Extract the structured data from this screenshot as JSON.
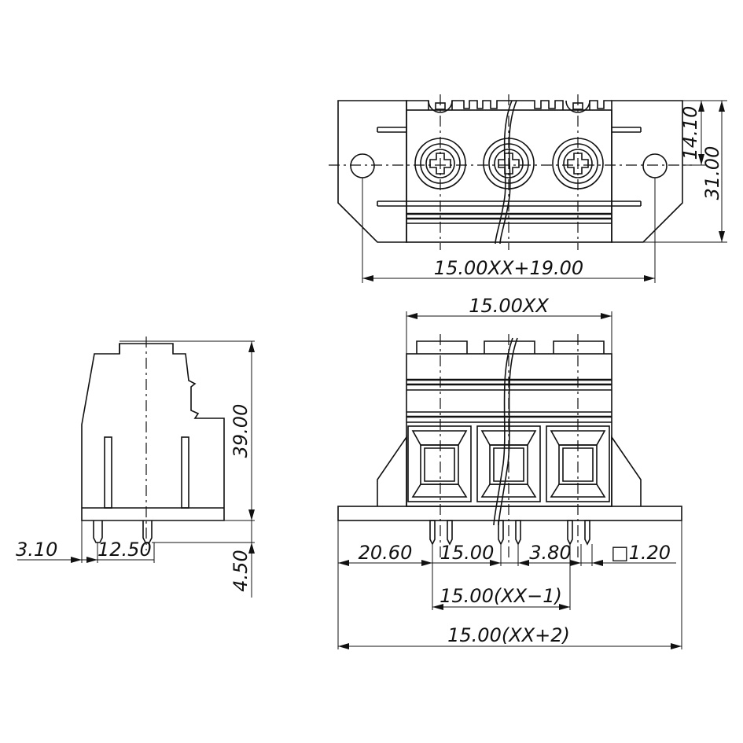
{
  "dimensions": {
    "top_total_width": "15.00XX+19.00",
    "top_height_small": "14.10",
    "top_height_total": "31.00",
    "front_pitch_total": "15.00XX",
    "side_height": "39.00",
    "side_offset": "3.10",
    "side_pin_spacing": "12.50",
    "side_pin_length": "4.50",
    "front_left_offset": "20.60",
    "front_pitch": "15.00",
    "front_pin_pair": "3.80",
    "front_pin_square": "□1.20",
    "front_pins_span": "15.00(XX−1)",
    "front_overall": "15.00(XX+2)"
  }
}
